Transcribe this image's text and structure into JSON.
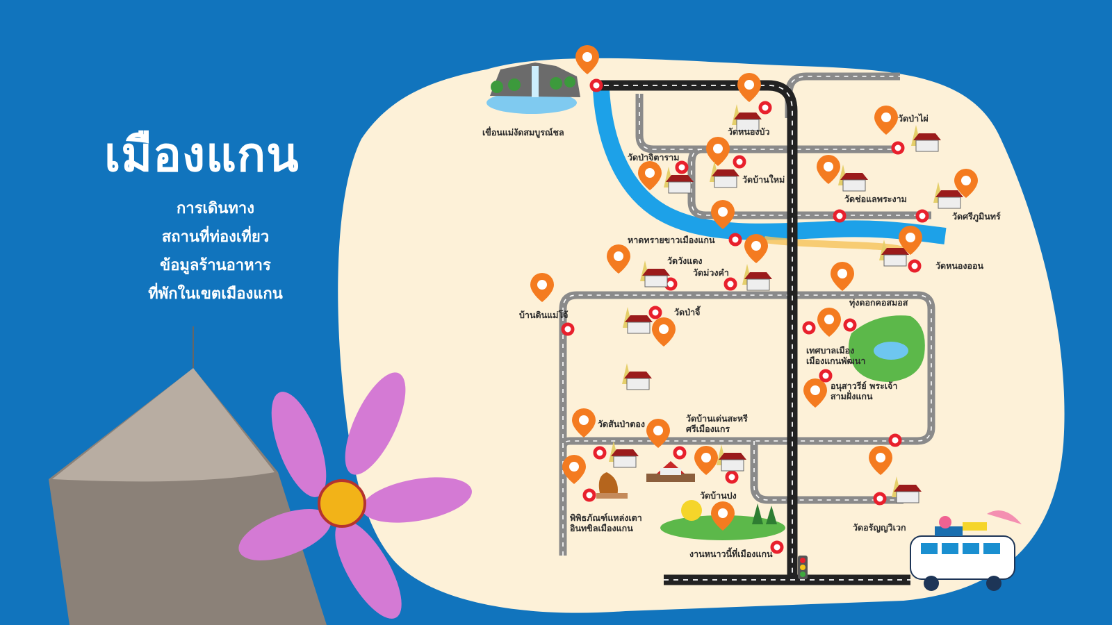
{
  "header": {
    "title": "เมืองแกน",
    "menu": [
      {
        "label": "การเดินทาง"
      },
      {
        "label": "สถานที่ท่องเที่ยว"
      },
      {
        "label": "ข้อมูลร้านอาหาร"
      },
      {
        "label": "ที่พักในเขตเมืองแกน"
      }
    ]
  },
  "colors": {
    "background": "#1174bd",
    "map_fill": "#fdf1d8",
    "main_road": "#222222",
    "side_road": "#8a8a8a",
    "pin_orange": "#f47b20",
    "marker_red": "#e8202c",
    "river": "#1da1e8"
  },
  "places": [
    {
      "label": "เขื่อนแม่งัดสมบูรณ์ชล",
      "icon": "dam-waterfall-icon"
    },
    {
      "label": "วัดหนองบัว",
      "icon": "temple-icon"
    },
    {
      "label": "วัดป่าไผ่",
      "icon": "temple-icon"
    },
    {
      "label": "วัดป่าจิตาราม",
      "icon": "temple-icon"
    },
    {
      "label": "วัดบ้านใหม่",
      "icon": "temple-icon"
    },
    {
      "label": "วัดช่อแลพระงาม",
      "icon": "temple-icon"
    },
    {
      "label": "วัดศรีภูมินทร์",
      "icon": "temple-icon"
    },
    {
      "label": "หาดทรายขาวเมืองแกน",
      "icon": "beach-icon"
    },
    {
      "label": "วัดหนองออน",
      "icon": "temple-icon"
    },
    {
      "label": "วัดวังแดง",
      "icon": "temple-icon"
    },
    {
      "label": "วัดม่วงคำ",
      "icon": "temple-icon"
    },
    {
      "label": "บ้านดินแม่โจ้",
      "icon": "pin-icon"
    },
    {
      "label": "วัดป่าจี้",
      "icon": "temple-icon"
    },
    {
      "label": "ทุ่งดอกคอสมอส",
      "icon": "park-icon"
    },
    {
      "label": "เทศบาลเมือง เมืองแกนพัฒนา",
      "icon": "pin-icon"
    },
    {
      "label": "อนุสาวรีย์ พระเจ้าสามฝั่งแกน",
      "icon": "pin-icon"
    },
    {
      "label": "วัดสันป่าตอง",
      "icon": "temple-icon"
    },
    {
      "label": "วัดบ้านเด่นสะหรี ศรีเมืองแกร",
      "icon": "temple-icon"
    },
    {
      "label": "วัดบ้านปง",
      "icon": "temple-icon"
    },
    {
      "label": "พิพิธภัณฑ์แหล่งเตา อินทขิลเมืองแกน",
      "icon": "museum-icon"
    },
    {
      "label": "งานหนาวนี้ที่เมืองแกน",
      "icon": "festival-icon"
    },
    {
      "label": "วัดอรัญญวิเวก",
      "icon": "temple-icon"
    }
  ]
}
